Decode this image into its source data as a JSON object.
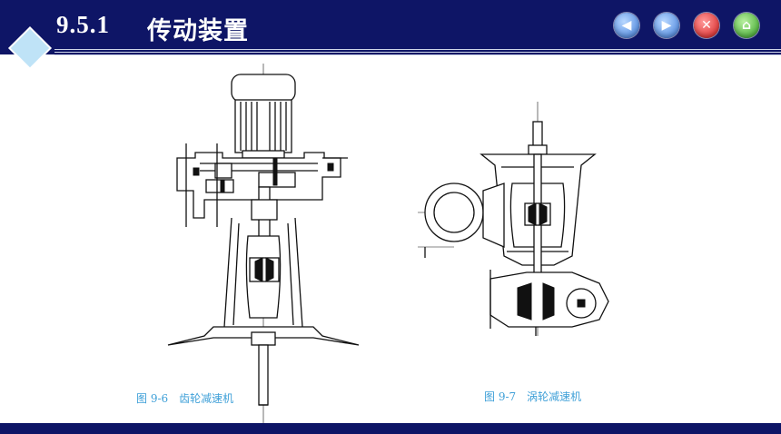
{
  "header": {
    "section_number": "9.5.1",
    "section_title": "传动装置"
  },
  "nav": {
    "prev_icon": "arrow-left-icon",
    "next_icon": "arrow-right-icon",
    "close_icon": "close-icon",
    "home_icon": "home-icon",
    "prev_glyph": "◀",
    "next_glyph": "▶",
    "close_glyph": "✕",
    "home_glyph": "⌂"
  },
  "figures": [
    {
      "caption": "图 9-6　齿轮减速机"
    },
    {
      "caption": "图 9-7　涡轮减速机"
    }
  ],
  "colors": {
    "header_bg": "#0e1566",
    "caption": "#3fa0d8"
  }
}
